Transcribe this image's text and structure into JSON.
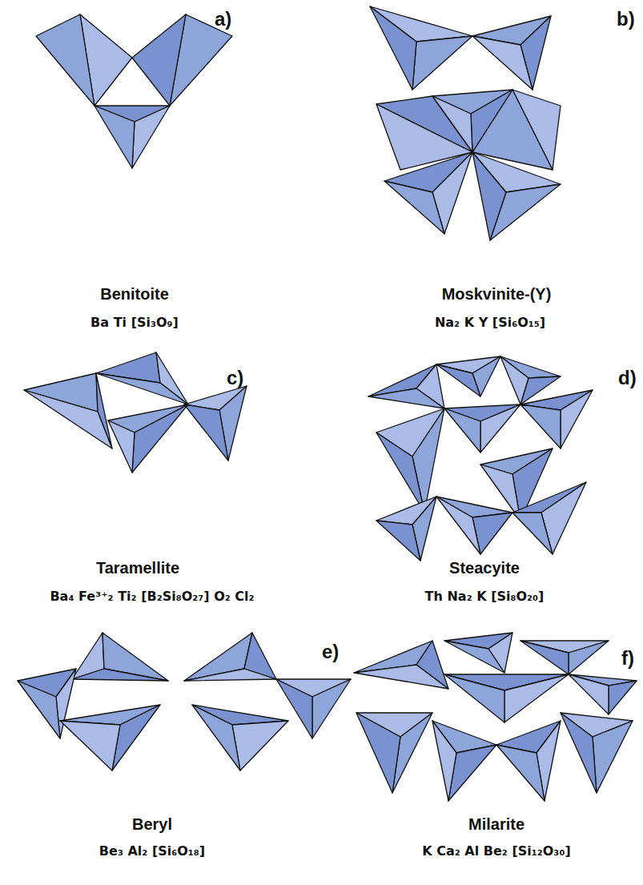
{
  "diagram": {
    "labels": [
      "a)",
      "Benitoite",
      "Ba Ti [Si₃O₉]",
      "b)",
      "Moskvinite-(Y)",
      "Na₂ K Y [Si₆O₁₅]",
      "c)",
      "Taramellite",
      "Ba₄ Fe³⁺₂ Ti₂ [B₂Si₈O₂₇] O₂ Cl₂",
      "d)",
      "Steacyite",
      "Th Na₂ K [Si₈O₂₀]",
      "e)",
      "Beryl",
      "Be₃ Al₂ [Si₆O₁₈]",
      "f)",
      "Milarite",
      "K Ca₂ Al Be₂ [Si₁₂O₃₀]"
    ]
  }
}
